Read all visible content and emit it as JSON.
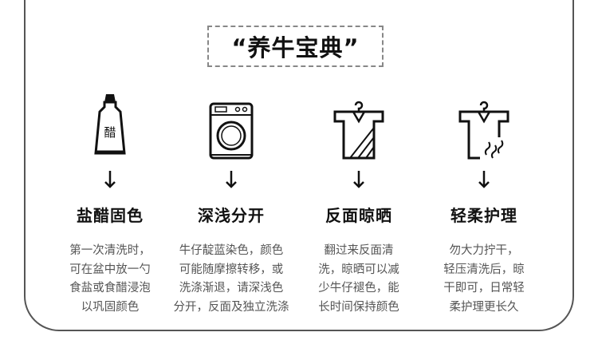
{
  "title": "“养牛宝典”",
  "tips": [
    {
      "icon": "vinegar-bottle-icon",
      "icon_label": "醋",
      "heading": "盐醋固色",
      "lines": [
        "第一次清洗时，",
        "可在盆中放一勺",
        "食盐或食醋浸泡",
        "以巩固颜色"
      ]
    },
    {
      "icon": "washing-machine-icon",
      "heading": "深浅分开",
      "lines": [
        "牛仔靛蓝染色，颜色",
        "可能随摩擦转移，或",
        "洗涤渐退，请深浅色",
        "分开，反面及独立洗涤"
      ]
    },
    {
      "icon": "shirt-on-hanger-icon",
      "heading": "反面晾晒",
      "lines": [
        "翻过来反面清",
        "洗，晾晒可以减",
        "少牛仔褪色，能",
        "长时间保持颜色"
      ]
    },
    {
      "icon": "shirt-drying-icon",
      "heading": "轻柔护理",
      "lines": [
        "勿大力拧干，",
        "轻压清洗后，晾",
        "干即可，日常轻",
        "柔护理更长久"
      ]
    }
  ]
}
